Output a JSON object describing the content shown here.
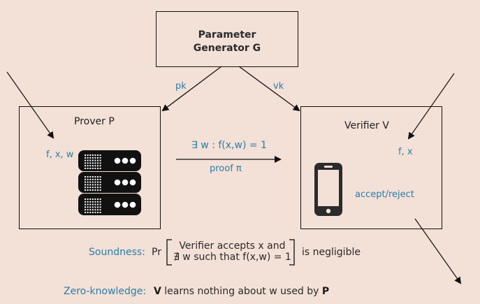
{
  "generator": {
    "title_line1": "Parameter",
    "title_line2": "Generator G"
  },
  "prover": {
    "title": "Prover P",
    "inputs": "f, x, w",
    "icon": "server-icon"
  },
  "verifier": {
    "title": "Verifier V",
    "inputs": "f, x",
    "output": "accept/reject",
    "icon": "smartphone-icon"
  },
  "edges": {
    "pk_label": "pk",
    "vk_label": "vk",
    "statement": "∃ w : f(x,w) = 1",
    "proof_label": "proof π"
  },
  "properties": {
    "soundness": {
      "label": "Soundness:",
      "prefix": "Pr",
      "condition_line1": "Verifier accepts x and",
      "condition_line2": "∄ w such that f(x,w) = 1",
      "suffix": "is negligible"
    },
    "zero_knowledge": {
      "label": "Zero-knowledge:",
      "subject": "V",
      "text": "learns nothing about w used by",
      "object": "P"
    }
  },
  "colors": {
    "background": "#f3e0d7",
    "accent": "#2a7ea8",
    "ink": "#111111"
  }
}
